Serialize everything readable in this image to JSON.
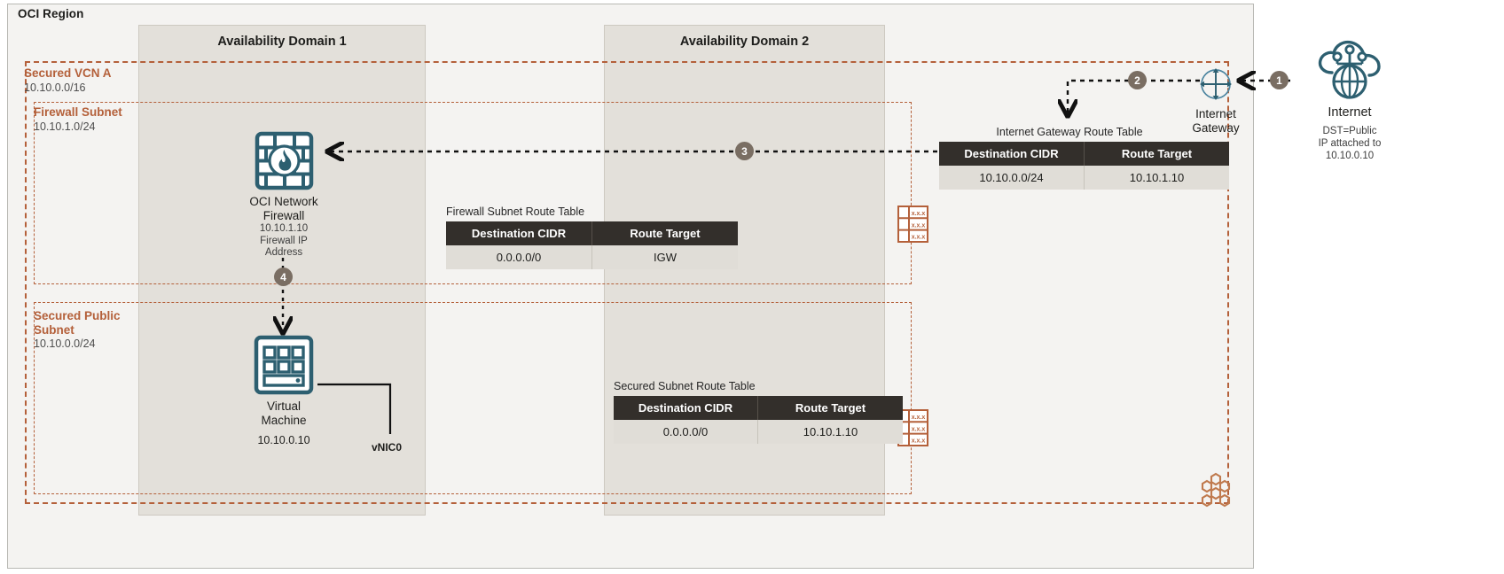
{
  "region": {
    "title": "OCI Region"
  },
  "availability_domains": [
    {
      "label": "Availability Domain 1"
    },
    {
      "label": "Availability Domain 2"
    }
  ],
  "vcn": {
    "title": "Secured VCN A",
    "cidr": "10.10.0.0/16"
  },
  "subnets": [
    {
      "title": "Firewall Subnet",
      "cidr": "10.10.1.0/24"
    },
    {
      "title": "Secured Public Subnet",
      "cidr": "10.10.0.0/24"
    }
  ],
  "nodes": {
    "firewall": {
      "icon": "firewall-icon",
      "label_line1": "OCI Network",
      "label_line2": "Firewall",
      "ip": "10.10.1.10",
      "note_line1": "Firewall IP",
      "note_line2": "Address"
    },
    "vm": {
      "icon": "virtual-machine-icon",
      "label_line1": "Virtual",
      "label_line2": "Machine",
      "ip": "10.10.0.10",
      "vnic_label": "vNIC0"
    },
    "internet_gateway": {
      "icon": "internet-gateway-icon",
      "label_line1": "Internet",
      "label_line2": "Gateway"
    },
    "internet": {
      "icon": "internet-cloud-icon",
      "label": "Internet",
      "note_line1": "DST=Public",
      "note_line2": "IP attached to",
      "note_line3": "10.10.0.10"
    },
    "drg": {
      "icon": "dynamic-routing-gateway-icon"
    },
    "route_table_icons": [
      {
        "icon": "route-table-icon",
        "cell_text": "x.x.x"
      },
      {
        "icon": "route-table-icon",
        "cell_text": "x.x.x"
      }
    ]
  },
  "route_tables": [
    {
      "caption": "Firewall Subnet Route Table",
      "headers": [
        "Destination CIDR",
        "Route Target"
      ],
      "rows": [
        [
          "0.0.0.0/0",
          "IGW"
        ]
      ]
    },
    {
      "caption": "Secured Subnet Route Table",
      "headers": [
        "Destination CIDR",
        "Route Target"
      ],
      "rows": [
        [
          "0.0.0.0/0",
          "10.10.1.10"
        ]
      ]
    },
    {
      "caption": "Internet Gateway Route Table",
      "headers": [
        "Destination CIDR",
        "Route Target"
      ],
      "rows": [
        [
          "10.10.0.0/24",
          "10.10.1.10"
        ]
      ]
    }
  ],
  "flow_steps": [
    {
      "number": "1"
    },
    {
      "number": "2"
    },
    {
      "number": "3"
    },
    {
      "number": "4"
    }
  ],
  "colors": {
    "accent_orange": "#b4603a",
    "teal": "#2d5f70",
    "badge": "#7a6e63",
    "table_header": "#332f2b",
    "table_row": "#e0ddd7",
    "ad_fill": "#e3e0da",
    "region_fill": "#f4f3f1"
  }
}
